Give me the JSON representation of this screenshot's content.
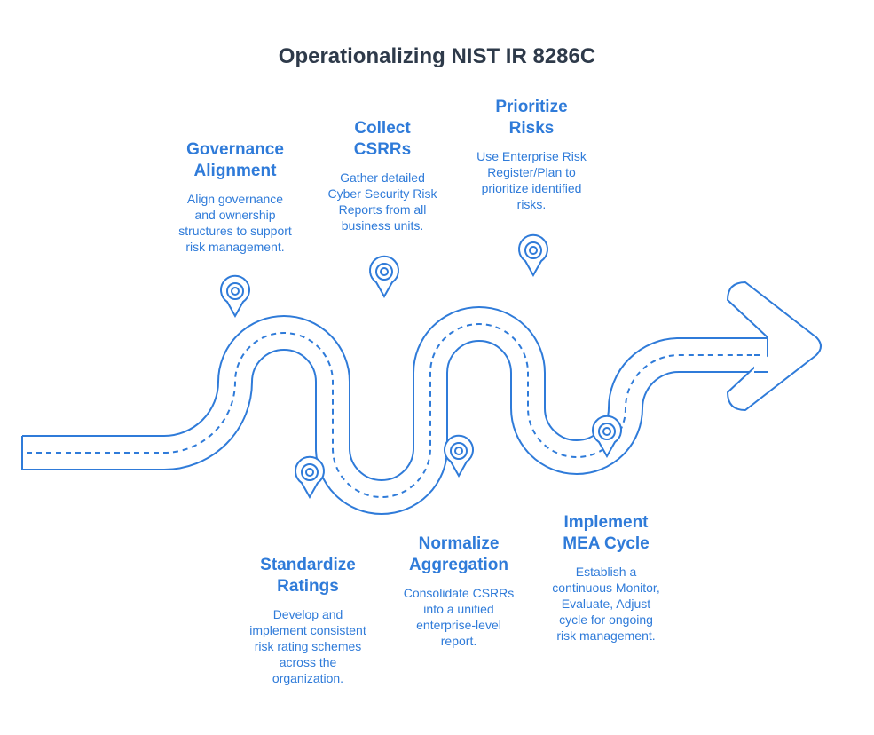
{
  "title": "Operationalizing NIST IR 8286C",
  "colors": {
    "accent": "#2f7bd9",
    "title": "#2e3a4a",
    "background": "#ffffff"
  },
  "steps": [
    {
      "title": "Governance\nAlignment",
      "desc": "Align governance\nand ownership\nstructures to support\nrisk management."
    },
    {
      "title": "Standardize\nRatings",
      "desc": "Develop and\nimplement consistent\nrisk rating schemes\nacross the\norganization."
    },
    {
      "title": "Collect\nCSRRs",
      "desc": "Gather detailed\nCyber Security Risk\nReports from all\nbusiness units."
    },
    {
      "title": "Normalize\nAggregation",
      "desc": "Consolidate CSRRs\ninto a unified\nenterprise-level\nreport."
    },
    {
      "title": "Prioritize\nRisks",
      "desc": "Use Enterprise Risk\nRegister/Plan to\nprioritize identified\nrisks."
    },
    {
      "title": "Implement\nMEA Cycle",
      "desc": "Establish a\ncontinuous Monitor,\nEvaluate, Adjust\ncycle for ongoing\nrisk management."
    }
  ]
}
